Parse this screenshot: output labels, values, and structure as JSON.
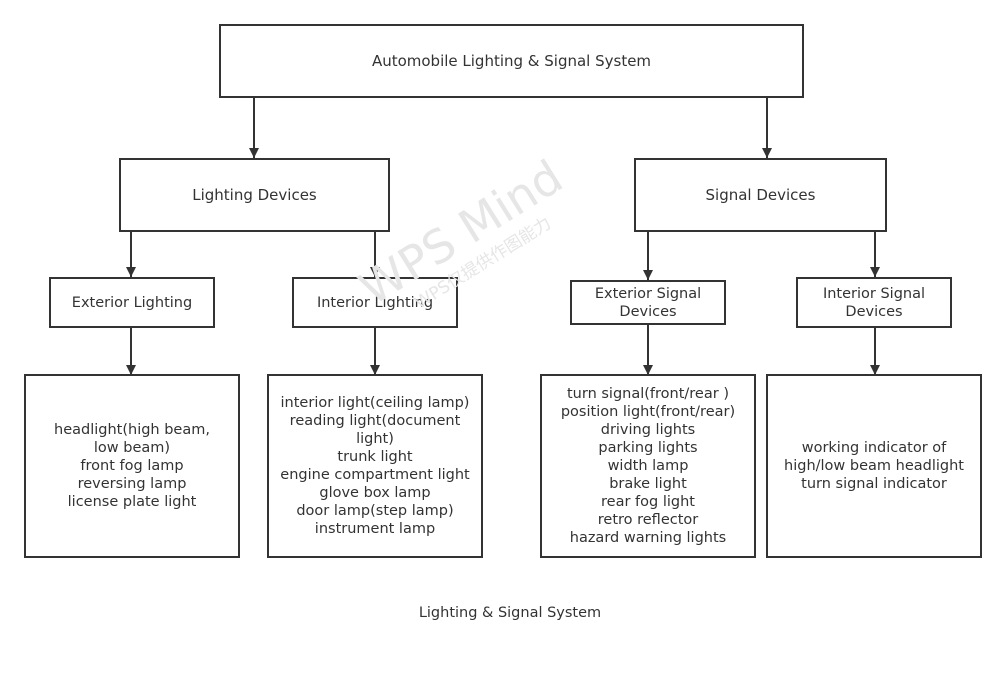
{
  "root": {
    "label": "Automobile Lighting & Signal System"
  },
  "lighting": {
    "label": "Lighting Devices",
    "exterior": {
      "label": "Exterior Lighting",
      "items": [
        "headlight(high beam, low beam)",
        "front fog lamp",
        "reversing lamp",
        "license plate light"
      ]
    },
    "interior": {
      "label": "Interior Lighting",
      "items": [
        "interior light(ceiling lamp)",
        "reading light(document light)",
        "trunk light",
        "engine compartment light",
        "glove box lamp",
        "door lamp(step lamp)",
        "instrument lamp"
      ]
    }
  },
  "signal": {
    "label": "Signal Devices",
    "exterior": {
      "label": "Exterior Signal Devices",
      "items": [
        "turn signal(front/rear )",
        "position light(front/rear)",
        "driving lights",
        "parking lights",
        "width lamp",
        "brake light",
        "rear fog light",
        "retro reflector",
        "hazard warning lights"
      ]
    },
    "interior": {
      "label": "Interior Signal Devices",
      "items": [
        "working indicator of high/low beam headlight",
        "turn signal indicator"
      ]
    }
  },
  "caption": "Lighting & Signal System",
  "watermark": {
    "main": "WPS Mind",
    "sub": "WPS仅提供作图能力"
  },
  "colors": {
    "line": "#333333",
    "watermark": "#e6e6e6"
  }
}
